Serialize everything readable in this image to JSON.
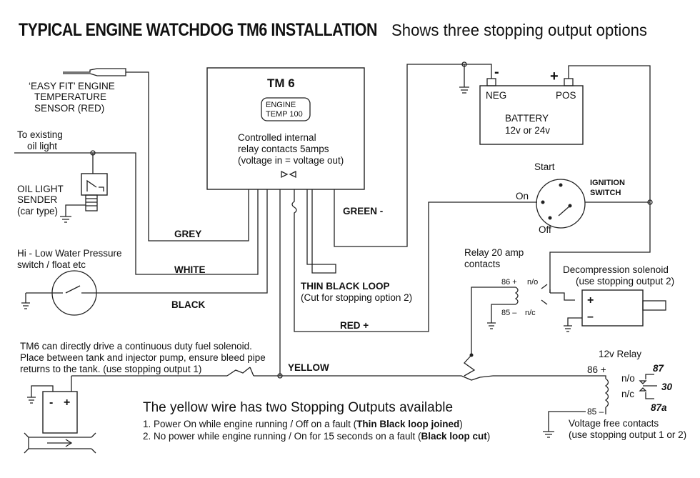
{
  "title": "TYPICAL ENGINE WATCHDOG TM6 INSTALLATION",
  "subtitle": "Shows three stopping output options",
  "tm6": {
    "name": "TM 6",
    "badge_line1": "ENGINE",
    "badge_line2": "TEMP 100",
    "relay_line1": "Controlled internal",
    "relay_line2": "relay contacts 5amps",
    "relay_line3": "(voltage in = voltage out)"
  },
  "temp_sensor": {
    "line1": "‘EASY FIT’ ENGINE",
    "line2": "TEMPERATURE",
    "line3": "SENSOR (RED)"
  },
  "oil_light": {
    "line1": "To existing",
    "line2": "oil light"
  },
  "oil_sender": {
    "line1": "OIL  LIGHT",
    "line2": "SENDER",
    "line3": "(car type)"
  },
  "water_switch": {
    "line1": "Hi - Low Water Pressure",
    "line2": "switch / float etc"
  },
  "wires": {
    "grey": "GREY",
    "white": "WHITE",
    "black": "BLACK",
    "green": "GREEN -",
    "red": "RED +",
    "yellow": "YELLOW"
  },
  "thin_black_loop": {
    "line1": "THIN BLACK LOOP",
    "line2": "(Cut for stopping option 2)"
  },
  "battery": {
    "neg_sign": "-",
    "pos_sign": "+",
    "neg": "NEG",
    "pos": "POS",
    "line1": "BATTERY",
    "line2": "12v or 24v"
  },
  "ignition": {
    "start": "Start",
    "on": "On",
    "off": "Off",
    "line1": "IGNITION",
    "line2": "SWITCH"
  },
  "relay20": {
    "line1": "Relay 20 amp",
    "line2": "contacts",
    "p86": "86 +",
    "p85": "85 –",
    "no": "n/o",
    "nc": "n/c"
  },
  "decomp": {
    "line1": "Decompression solenoid",
    "line2": "(use stopping output 2)",
    "plus": "+",
    "minus": "–"
  },
  "fuel_solenoid": {
    "line1": "TM6 can directly drive a  continuous duty fuel solenoid.",
    "line2": "Place between tank and injector pump, ensure bleed pipe",
    "line3": "returns to the tank. (use stopping output 1)",
    "minus": "-",
    "plus": "+"
  },
  "relay12": {
    "title": "12v  Relay",
    "p86": "86 +",
    "p85": "85 –",
    "p87": "87",
    "p30": "30",
    "p87a": "87a",
    "no": "n/o",
    "nc": "n/c",
    "line1": "Voltage free contacts",
    "line2": "(use stopping output 1 or 2)"
  },
  "stopping": {
    "heading": "The yellow wire has two Stopping Outputs available",
    "opt1_pre": "1. Power On while engine running / Off on a fault (",
    "opt1_bold": "Thin Black loop joined",
    "opt1_post": ")",
    "opt2_pre": "2. No power while engine running / On for 15 seconds on a fault (",
    "opt2_bold": "Black loop cut",
    "opt2_post": ")"
  },
  "colors": {
    "ink": "#222222",
    "background": "#ffffff"
  }
}
